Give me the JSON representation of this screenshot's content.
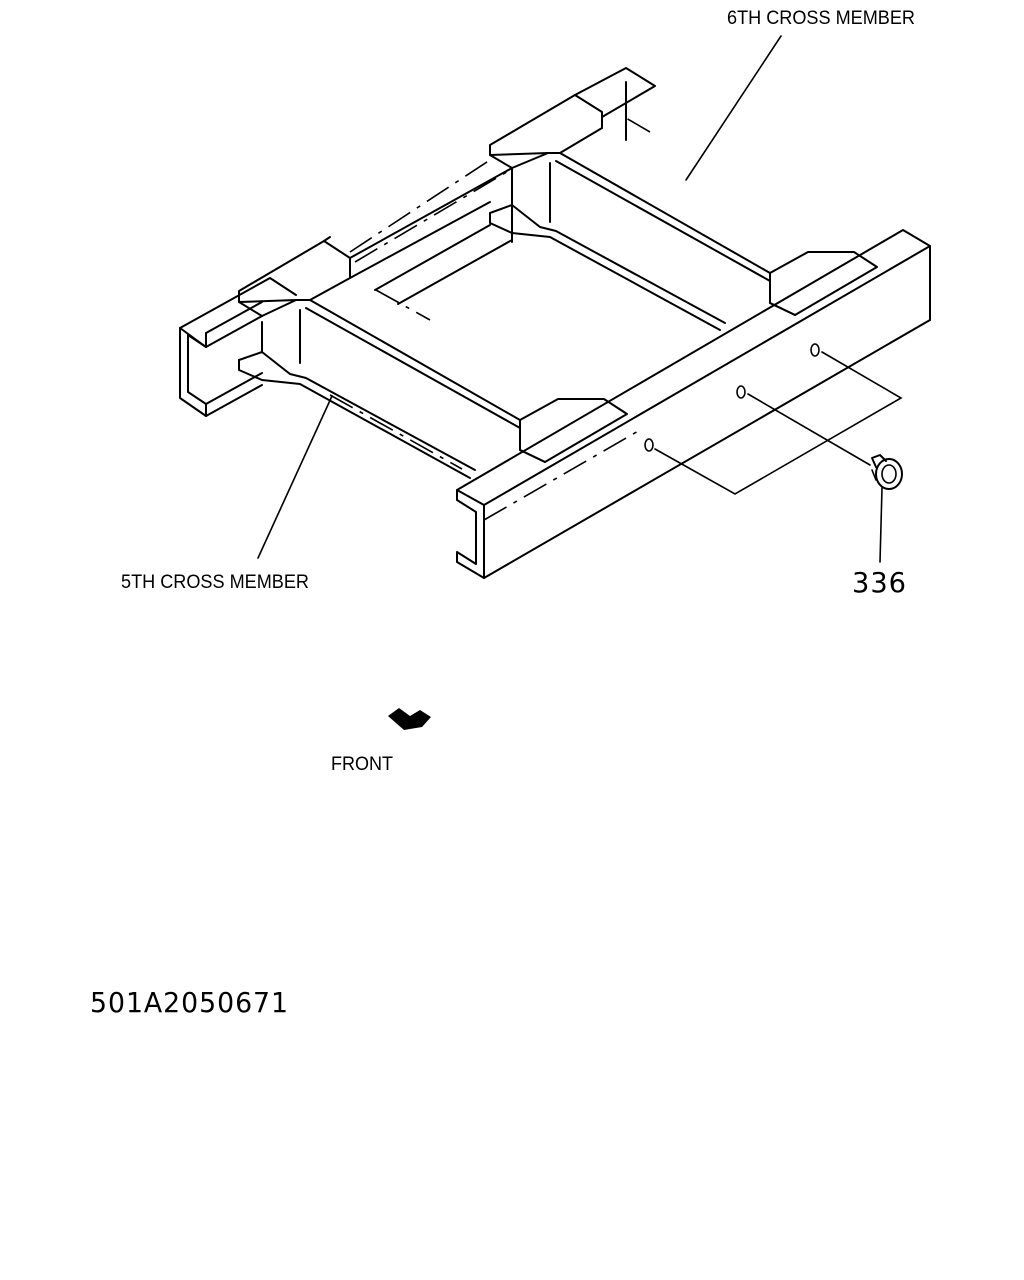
{
  "labels": {
    "sixth_cross_member": "6TH CROSS MEMBER",
    "fifth_cross_member": "5TH CROSS MEMBER",
    "part_number": "336",
    "front": "FRONT",
    "drawing_number": "501A2050671"
  },
  "icons": {
    "front_arrow": "arrow-down-left-icon",
    "fastener": "clip-fastener-icon"
  },
  "colors": {
    "line": "#000000",
    "background": "#ffffff"
  }
}
